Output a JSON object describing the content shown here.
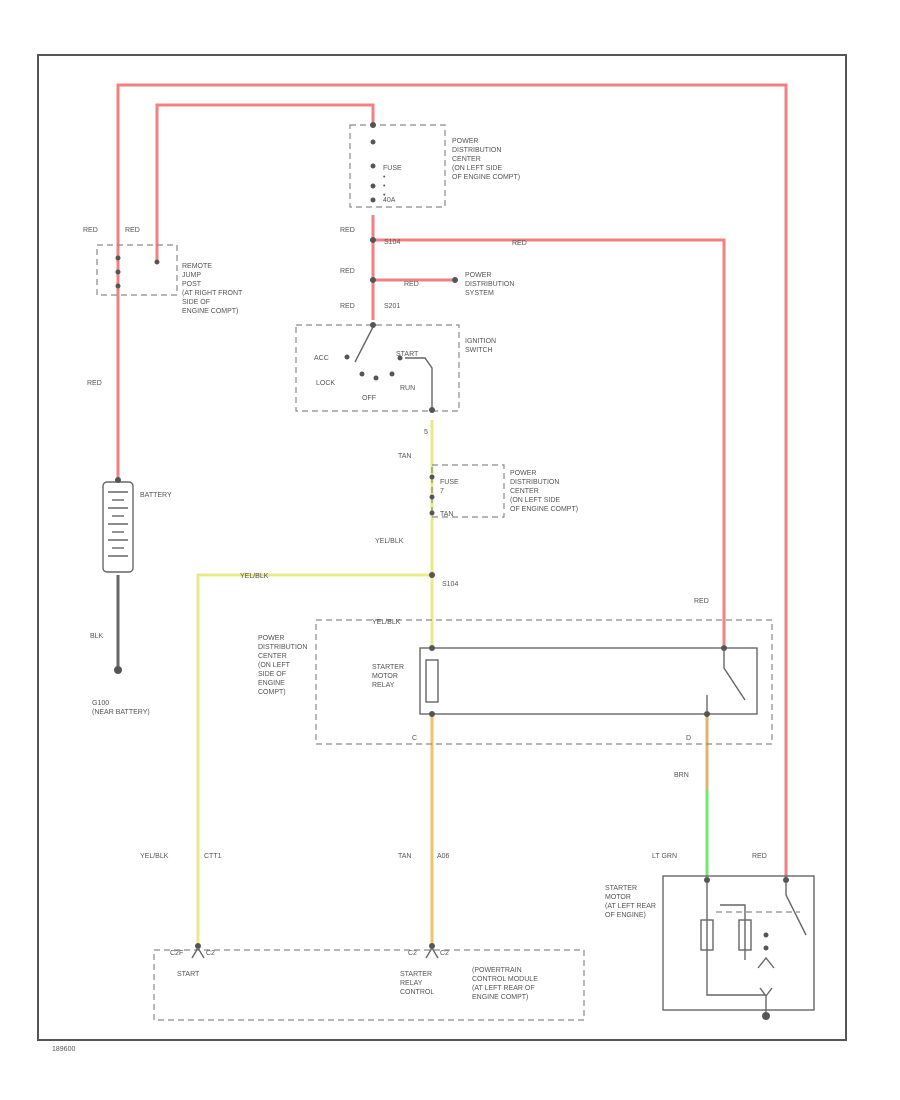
{
  "colors": {
    "red_wire": "#f28080",
    "yel_blk_wire": "#e8ea8a",
    "tan_wire": "#eec46a",
    "brn_wire": "#e0b56e",
    "lt_grn_wire": "#72e872",
    "blk_wire": "#666666"
  },
  "labels": {
    "red_left_1": "RED",
    "red_left_2": "RED",
    "red_upper_1": "RED",
    "red_upper_2": "RED",
    "red_upper_3": "RED",
    "red_right_top": "RED",
    "red_vertical_left": "RED",
    "red_relay_top": "RED",
    "red_starter": "RED",
    "red_short": "RED",
    "remote_jump": "REMOTE\nJUMP\nPOST\n(AT RIGHT FRONT\nSIDE OF\nENGINE COMPT)",
    "pdc_top": "POWER\nDISTRIBUTION\nCENTER\n(ON LEFT SIDE\nOF ENGINE COMPT)",
    "fuse_top": "FUSE\n•\n•\n•",
    "fuse_top_num": "40A",
    "s104_top": "S104",
    "s201": "S201",
    "pds": "POWER\nDISTRIBUTION\nSYSTEM",
    "ignition_switch": "IGNITION\nSWITCH",
    "acc": "ACC",
    "start": "START",
    "lock": "LOCK",
    "run": "RUN",
    "off": "OFF",
    "tan_upper": "TAN",
    "tan_num": "5",
    "fuse_mid": "FUSE\n7",
    "fuse_mid_num": "TAN",
    "pdc_mid": "POWER\nDISTRIBUTION\nCENTER\n(ON LEFT SIDE\nOF ENGINE COMPT)",
    "battery": "BATTERY",
    "yel_blk_vertical": "YEL/BLK",
    "yel_blk_horizontal": "YEL/BLK",
    "s104_mid": "S104",
    "yel_blk_relay": "YEL/BLK",
    "blk": "BLK",
    "g100": "G100\n(NEAR BATTERY)",
    "pdc_relay": "POWER\nDISTRIBUTION\nCENTER\n(ON LEFT\nSIDE OF\nENGINE\nCOMPT)",
    "starter_motor_relay": "STARTER\nMOTOR\nRELAY",
    "relay_pin_c": "C",
    "relay_pin_d": "D",
    "brn": "BRN",
    "lt_grn": "LT GRN",
    "yel_blk_bottom": "YEL/BLK",
    "ctt1": "CTT1",
    "tan_bottom": "TAN",
    "circuit_bottom": "A06",
    "starter_motor": "STARTER\nMOTOR\n(AT LEFT REAR\nOF ENGINE)",
    "pin_left": "C2F",
    "pin_left2": "C2",
    "pin_right": "C2",
    "pin_right2": "C2",
    "start_bottom": "START",
    "starter_relay_control": "STARTER\nRELAY\nCONTROL",
    "pcm": "(POWERTRAIN\nCONTROL MODULE\n(AT LEFT REAR OF\nENGINE COMPT)",
    "figure_id": "189600"
  }
}
